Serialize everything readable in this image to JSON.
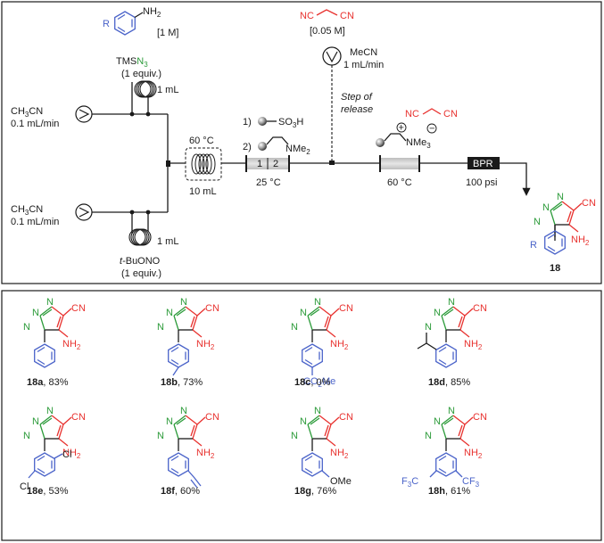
{
  "flow": {
    "amine_conc": "[1 M]",
    "amine_nh2": "NH",
    "amine_sub": "2",
    "amine_r": "R",
    "tmsn3_a": "TMS",
    "tmsn3_b": "N",
    "tmsn3_c": "3",
    "tmsn3_equiv": "(1 equiv.)",
    "coil_top_vol": "1 mL",
    "ch3cn_top_a": "CH",
    "ch3cn_top_b": "3",
    "ch3cn_top_c": "CN",
    "ch3cn_top_flow": "0.1 mL/min",
    "ch3cn_bot_a": "CH",
    "ch3cn_bot_b": "3",
    "ch3cn_bot_c": "CN",
    "ch3cn_bot_flow": "0.1 mL/min",
    "coil_bot_vol": "1 mL",
    "tbuono_a": "t",
    "tbuono_b": "-BuONO",
    "tbuono_equiv": "(1 equiv.)",
    "reactor_temp": "60 °C",
    "reactor_vol": "10 mL",
    "column1_num": "1",
    "column2_num": "2",
    "column_temp": "25 °C",
    "resin1_idx": "1)",
    "resin1_group": "SO",
    "resin1_sub": "3",
    "resin1_h": "H",
    "resin2_idx": "2)",
    "resin2_group": "NMe",
    "resin2_sub": "2",
    "malono_nc_left": "NC",
    "malono_cn_right": "CN",
    "malono_conc": "[0.05 M]",
    "mecn_label": "MeCN",
    "mecn_flow": "1 mL/min",
    "release_1": "Step of",
    "release_2": "release",
    "column3_temp": "60 °C",
    "resin3_group": "NMe",
    "resin3_sub": "3",
    "plus": "+",
    "minus": "−",
    "bpr_label": "BPR",
    "bpr_pressure": "100 psi",
    "product_r": "R",
    "product_label": "18",
    "product_cn": "CN",
    "product_nh2": "NH",
    "product_nh2_sub": "2"
  },
  "compounds": [
    {
      "id": "18a",
      "yield": ", 83%"
    },
    {
      "id": "18b",
      "yield": ", 73%"
    },
    {
      "id": "18c",
      "yield": ", 0%"
    },
    {
      "id": "18d",
      "yield": ", 85%"
    },
    {
      "id": "18e",
      "yield": ", 53%"
    },
    {
      "id": "18f",
      "yield": ", 60%"
    },
    {
      "id": "18g",
      "yield": ", 76%"
    },
    {
      "id": "18h",
      "yield": ", 61%"
    }
  ],
  "substituents": {
    "co2me_a": "CO",
    "co2me_b": "2",
    "co2me_c": "Me",
    "cl": "Cl",
    "ome": "OMe",
    "cf3_a": "CF",
    "cf3_b": "3",
    "f3c_a": "F",
    "f3c_b": "3",
    "f3c_c": "C"
  },
  "triazole_atoms": {
    "n": "N",
    "cn": "CN",
    "nh": "NH",
    "nh_sub": "2"
  }
}
